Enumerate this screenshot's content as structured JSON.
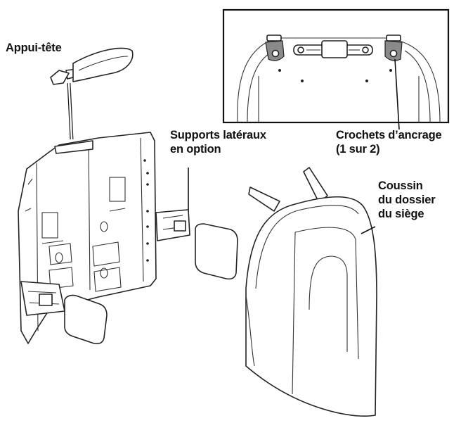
{
  "labels": {
    "headrest": "Appui-tête",
    "lateral_supports": [
      "Supports latéraux",
      "en option"
    ],
    "anchor_hooks": [
      "Crochets d’ancrage",
      "(1 sur 2)"
    ],
    "cushion": [
      "Coussin",
      "du dossier",
      "du siège"
    ]
  },
  "colors": {
    "ink": "#222222",
    "paper": "#ffffff",
    "hook_fill": "#8a8a8a"
  }
}
